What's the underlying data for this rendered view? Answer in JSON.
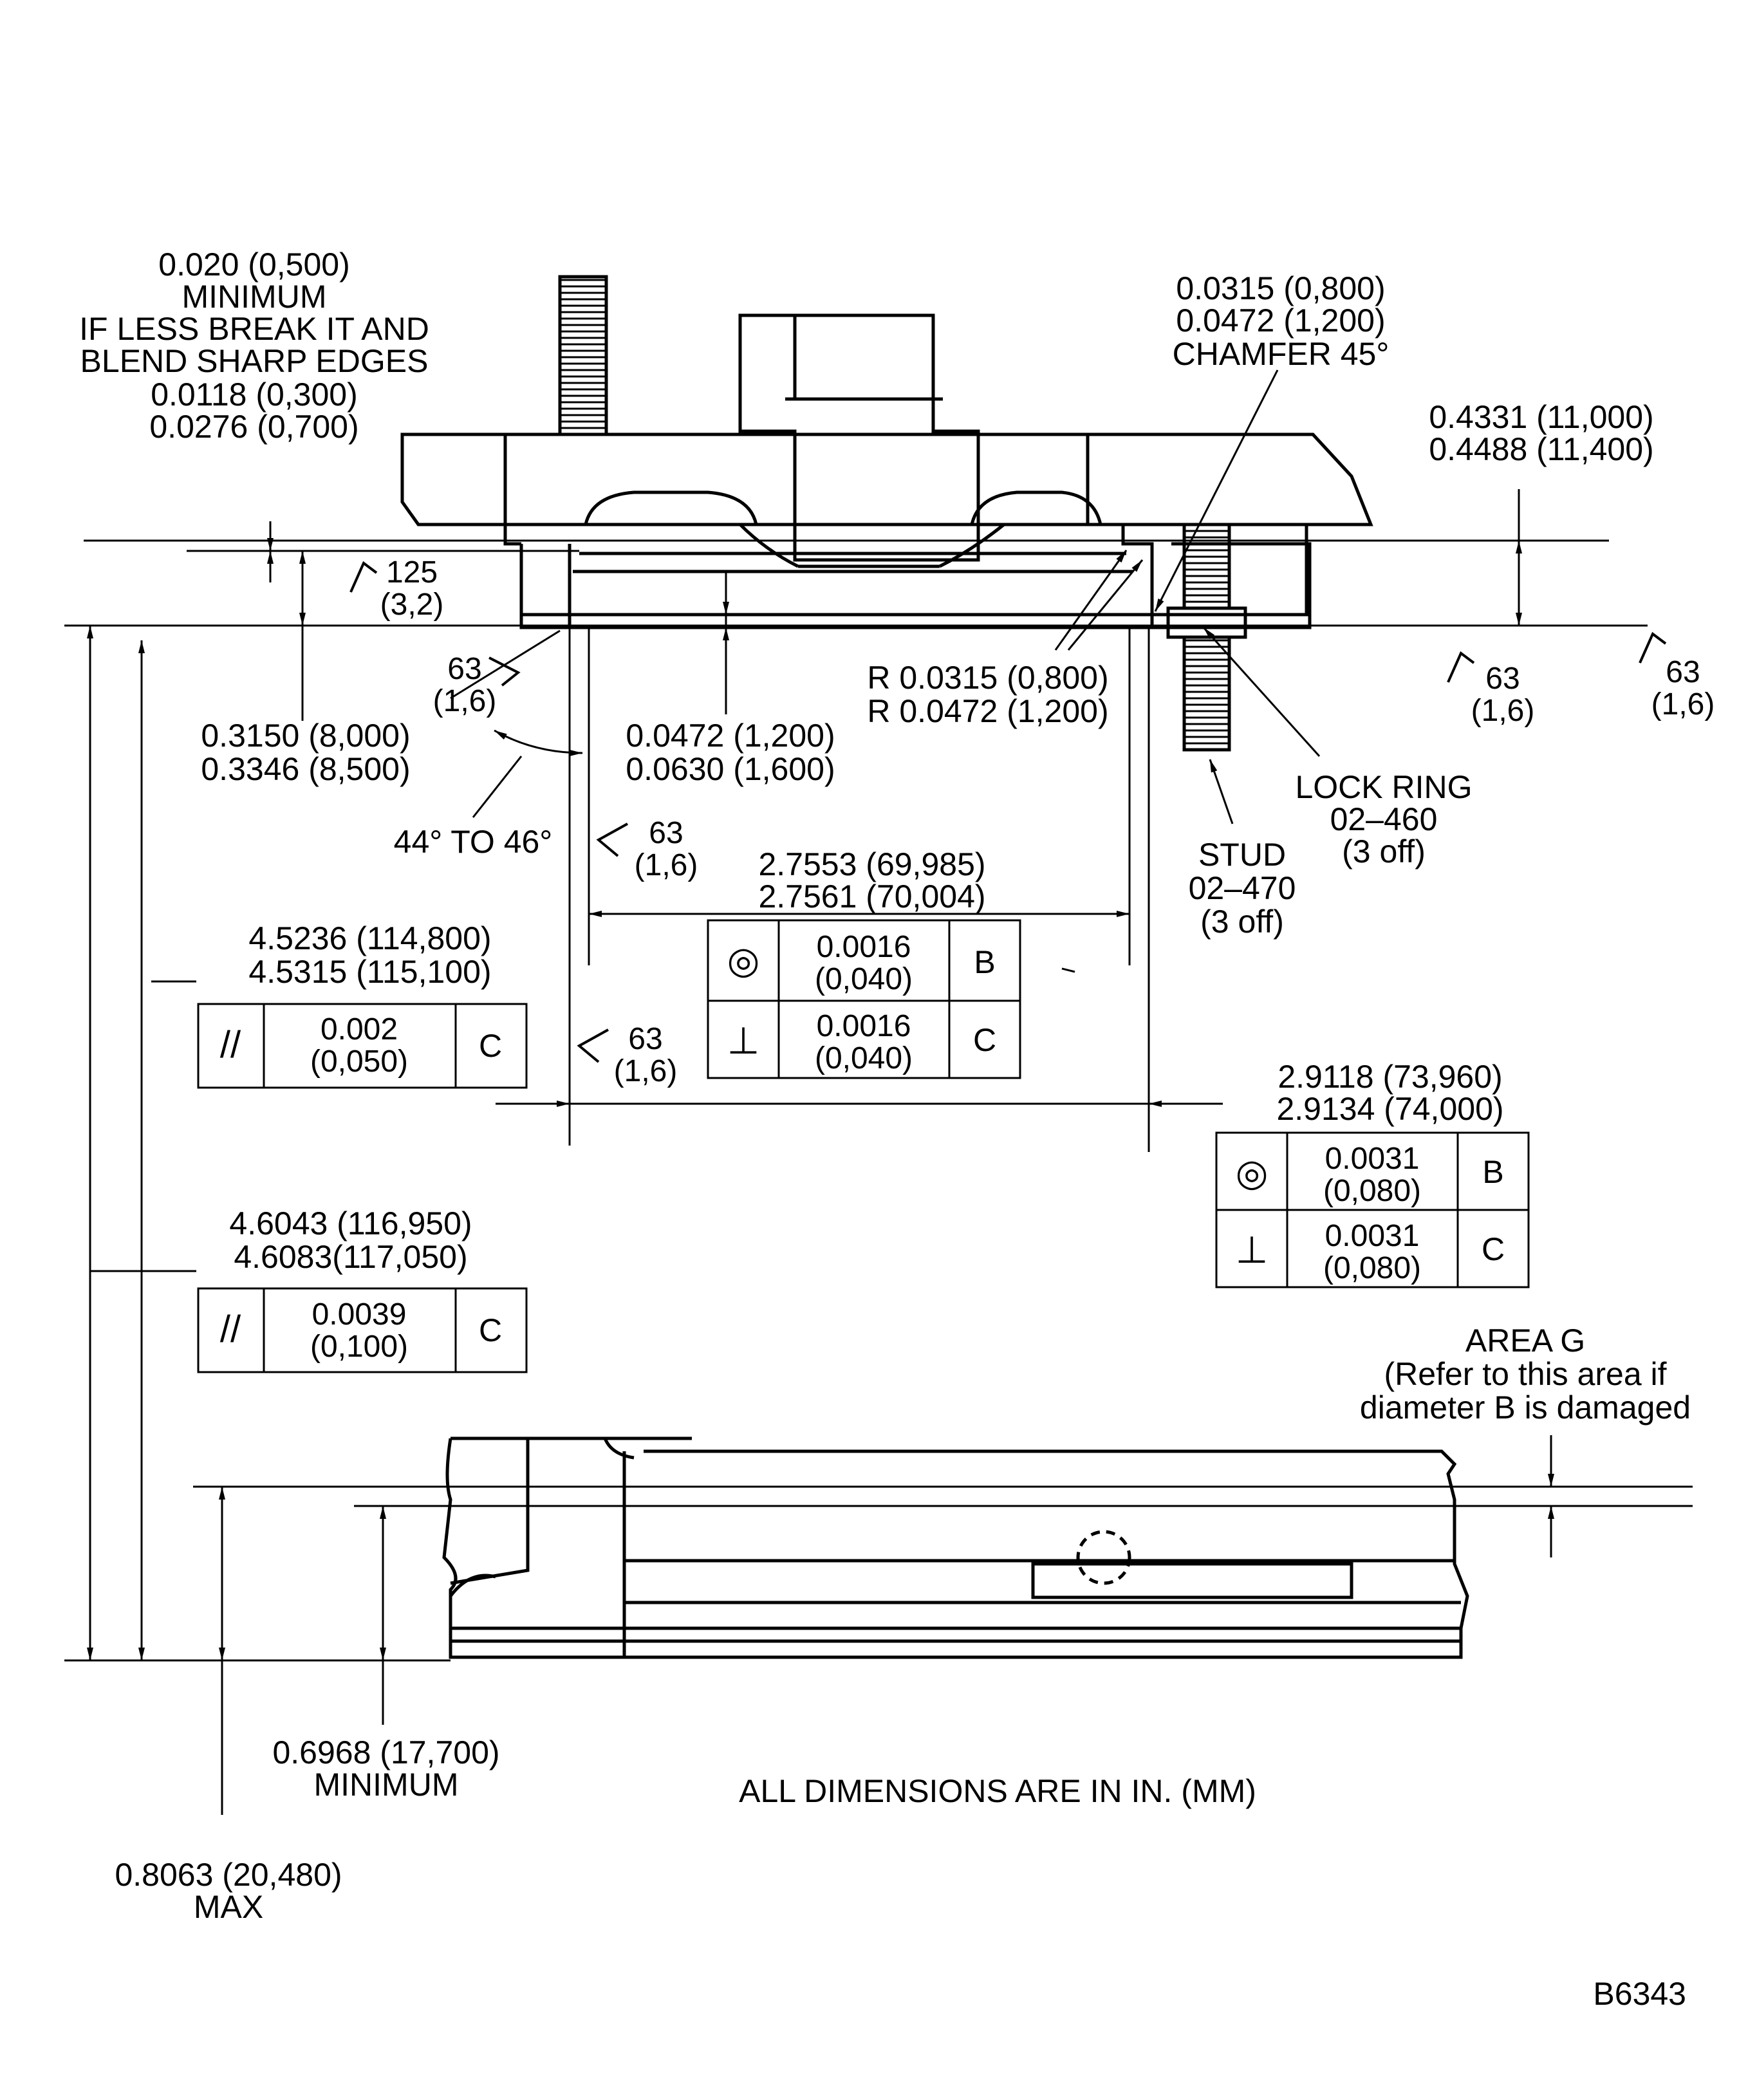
{
  "figure_id": "B6343",
  "note": "ALL DIMENSIONS ARE IN IN. (MM)",
  "top_left_note": {
    "line1": "0.020 (0,500)",
    "line2": "MINIMUM",
    "line3": "IF LESS BREAK IT AND",
    "line4": "BLEND SHARP EDGES",
    "line5": "0.0118 (0,300)",
    "line6": "0.0276 (0,700)"
  },
  "chamfer": {
    "line1": "0.0315 (0,800)",
    "line2": "0.0472 (1,200)",
    "line3": "CHAMFER 45°"
  },
  "depth_dim": {
    "line1": "0.4331 (11,000)",
    "line2": "0.4488 (11,400)"
  },
  "roughness": {
    "r125_value": "125",
    "r125_mm": "(3,2)",
    "r63_value": "63",
    "r63_mm": "(1,6)"
  },
  "step_dim": {
    "line1": "0.3150 (8,000)",
    "line2": "0.3346 (8,500)"
  },
  "groove_dim": {
    "line1": "0.0472 (1,200)",
    "line2": "0.0630 (1,600)"
  },
  "radius": {
    "line1": "R 0.0315 (0,800)",
    "line2": "R 0.0472 (1,200)"
  },
  "angle": "44° TO 46°",
  "lock_ring": {
    "line1": "LOCK RING",
    "line2": "02–460",
    "line3": "(3 off)"
  },
  "stud": {
    "line1": "STUD",
    "line2": "02–470",
    "line3": "(3 off)"
  },
  "diameter_inner": {
    "line1": "2.7553 (69,985)",
    "line2": "2.7561 (70,004)"
  },
  "diameter_outer": {
    "line1": "2.9118 (73,960)",
    "line2": "2.9134 (74,000)"
  },
  "diameter_a": {
    "line1": "4.5236 (114,800)",
    "line2": "4.5315 (115,100)"
  },
  "diameter_b": {
    "line1": "4.6043 (116,950)",
    "line2": "4.6083(117,050)"
  },
  "fcf_inner": {
    "row1": {
      "symbol": "◎",
      "value": "0.0016",
      "value_mm": "(0,040)",
      "datum": "B"
    },
    "row2": {
      "symbol": "⊥",
      "value": "0.0016",
      "value_mm": "(0,040)",
      "datum": "C"
    }
  },
  "fcf_outer": {
    "row1": {
      "symbol": "◎",
      "value": "0.0031",
      "value_mm": "(0,080)",
      "datum": "B"
    },
    "row2": {
      "symbol": "⊥",
      "value": "0.0031",
      "value_mm": "(0,080)",
      "datum": "C"
    }
  },
  "fcf_parallel_a": {
    "symbol": "//",
    "value": "0.002",
    "value_mm": "(0,050)",
    "datum": "C"
  },
  "fcf_parallel_b": {
    "symbol": "//",
    "value": "0.0039",
    "value_mm": "(0,100)",
    "datum": "C"
  },
  "area_g": {
    "line1": "AREA G",
    "line2": "(Refer to this area if",
    "line3": "diameter B is damaged"
  },
  "height_min": {
    "line1": "0.6968 (17,700)",
    "line2": "MINIMUM"
  },
  "height_max": {
    "line1": "0.8063 (20,480)",
    "line2": "MAX"
  }
}
